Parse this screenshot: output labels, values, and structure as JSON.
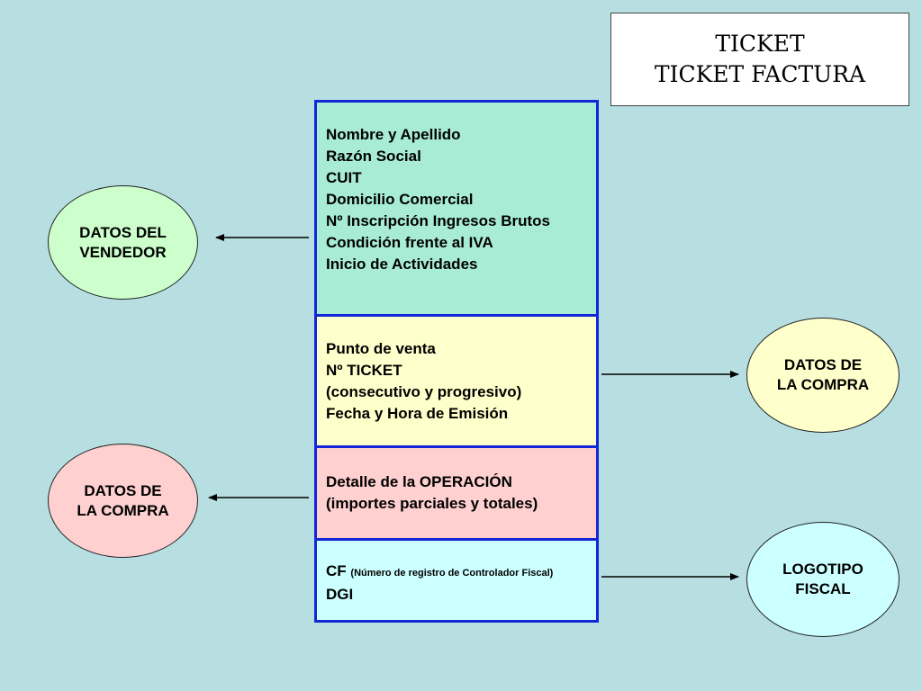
{
  "title": {
    "line1": "TICKET",
    "line2": "TICKET FACTURA"
  },
  "sections": {
    "seller": {
      "lines": [
        "Nombre y Apellido",
        "Razón Social",
        "CUIT",
        "Domicilio Comercial",
        "Nº Inscripción Ingresos Brutos",
        "Condición frente al IVA",
        "Inicio de Actividades"
      ]
    },
    "purchase": {
      "lines": [
        "Punto de venta",
        "Nº TICKET",
        "(consecutivo y progresivo)",
        "Fecha y Hora de Emisión"
      ]
    },
    "operation": {
      "lines": [
        "Detalle de la OPERACIÓN",
        "(importes parciales y totales)"
      ]
    },
    "fiscal": {
      "cf_label": "CF",
      "cf_note": "(Número de registro de Controlador Fiscal)",
      "dgi": "DGI"
    }
  },
  "ovals": {
    "vendedor": {
      "line1": "DATOS DEL",
      "line2": "VENDEDOR"
    },
    "compra_right": {
      "line1": "DATOS DE",
      "line2": "LA COMPRA"
    },
    "compra_left": {
      "line1": "DATOS DE",
      "line2": "LA COMPRA"
    },
    "logotipo": {
      "line1": "LOGOTIPO",
      "line2": "FISCAL"
    }
  },
  "colors": {
    "background": "#b7dfe1",
    "border_blue": "#1228d6",
    "seller_fill": "#a8ecd6",
    "purchase_fill": "#ffffcc",
    "operation_fill": "#ffd0d0",
    "fiscal_fill": "#ccffff",
    "vendedor_oval": "#ccffcc"
  }
}
